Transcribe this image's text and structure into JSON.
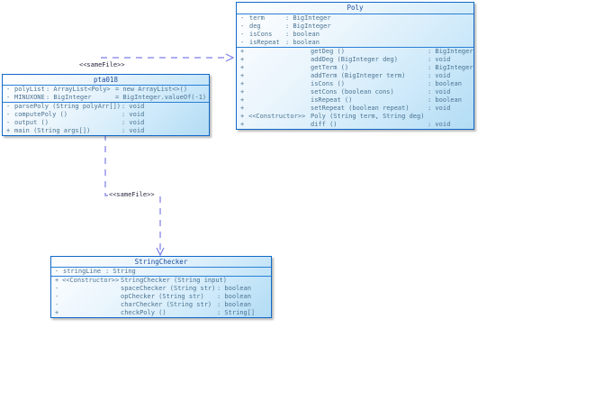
{
  "diagram": {
    "kind": "uml-class-diagram",
    "colors": {
      "box_border": "#1169c9",
      "box_fill_light": "#ffffff",
      "box_fill_dark": "#b2dcf4",
      "compartment_separator": "#2a7fd6",
      "title_text": "#1b4c9e",
      "member_text": "#4a7392",
      "connector": "#7d7de9",
      "label_text": "#26263e"
    }
  },
  "classes": [
    {
      "title": "Poly",
      "fields": [
        {
          "sign": "-",
          "name": "term",
          "type": ": BigInteger"
        },
        {
          "sign": "-",
          "name": "deg",
          "type": ": BigInteger"
        },
        {
          "sign": "-",
          "name": "isCons",
          "type": ": boolean"
        },
        {
          "sign": "-",
          "name": "isRepeat",
          "type": ": boolean"
        }
      ],
      "methods": [
        {
          "sign": "+",
          "name": "getDeg ()",
          "type": ": BigInteger"
        },
        {
          "sign": "+",
          "name": "addDeg (BigInteger deg)",
          "type": ": void"
        },
        {
          "sign": "+",
          "name": "getTerm ()",
          "type": ": BigInteger"
        },
        {
          "sign": "+",
          "name": "addTerm (BigInteger term)",
          "type": ": void"
        },
        {
          "sign": "+",
          "name": "isCons ()",
          "type": ": boolean"
        },
        {
          "sign": "+",
          "name": "setCons (boolean cons)",
          "type": ": void"
        },
        {
          "sign": "+",
          "name": "isRepeat ()",
          "type": ": boolean"
        },
        {
          "sign": "+",
          "name": "setRepeat (boolean repeat)",
          "type": ": void"
        },
        {
          "sign": "+",
          "stereotype": "<<Constructor>>",
          "name": "Poly (String term, String deg)",
          "type": ""
        },
        {
          "sign": "+",
          "name": "diff ()",
          "type": ": void"
        }
      ]
    },
    {
      "title": "pta018",
      "fields": [
        {
          "sign": "-",
          "name": "polyList",
          "type": ": ArrayList<Poly>",
          "value": "= new ArrayList<>()"
        },
        {
          "sign": "-",
          "name": "MINUXONE",
          "type": ": BigInteger",
          "value": "= BigInteger.valueOf(-1)"
        }
      ],
      "methods": [
        {
          "sign": "-",
          "name": "parsePoly (String polyArr[])",
          "type": ": void"
        },
        {
          "sign": "-",
          "name": "computePoly ()",
          "type": ": void"
        },
        {
          "sign": "-",
          "name": "output ()",
          "type": ": void"
        },
        {
          "sign": "+",
          "name": "main (String args[])",
          "type": ": void"
        }
      ]
    },
    {
      "title": "StringChecker",
      "fields": [
        {
          "sign": "-",
          "name": "stringLine",
          "type": ": String"
        }
      ],
      "methods": [
        {
          "sign": "+",
          "stereotype": "<<Constructor>>",
          "name": "StringChecker (String input)",
          "type": ""
        },
        {
          "sign": "-",
          "name": "spaceChecker (String str)",
          "type": ": boolean"
        },
        {
          "sign": "-",
          "name": "opChecker (String str)",
          "type": ": boolean"
        },
        {
          "sign": "-",
          "name": "charChecker (String str)",
          "type": ": boolean"
        },
        {
          "sign": "+",
          "name": "checkPoly ()",
          "type": ": String[]"
        }
      ]
    }
  ],
  "connectors": [
    {
      "label": "<<sameFile>>",
      "from": "pta018",
      "to": "Poly"
    },
    {
      "label": "<<sameFile>>",
      "from": "pta018",
      "to": "StringChecker"
    }
  ]
}
